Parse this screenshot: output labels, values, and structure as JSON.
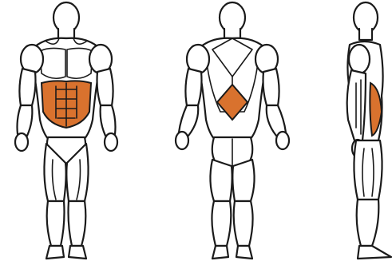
{
  "figure": {
    "colors": {
      "outline": "#1a1a1a",
      "body_fill": "#ffffff",
      "highlight": "#d9722e"
    },
    "views": [
      {
        "view": "front",
        "highlighted_muscles": [
          "abdominals"
        ]
      },
      {
        "view": "back",
        "highlighted_muscles": [
          "lower-back"
        ]
      },
      {
        "view": "side",
        "highlighted_muscles": [
          "obliques"
        ]
      }
    ]
  }
}
